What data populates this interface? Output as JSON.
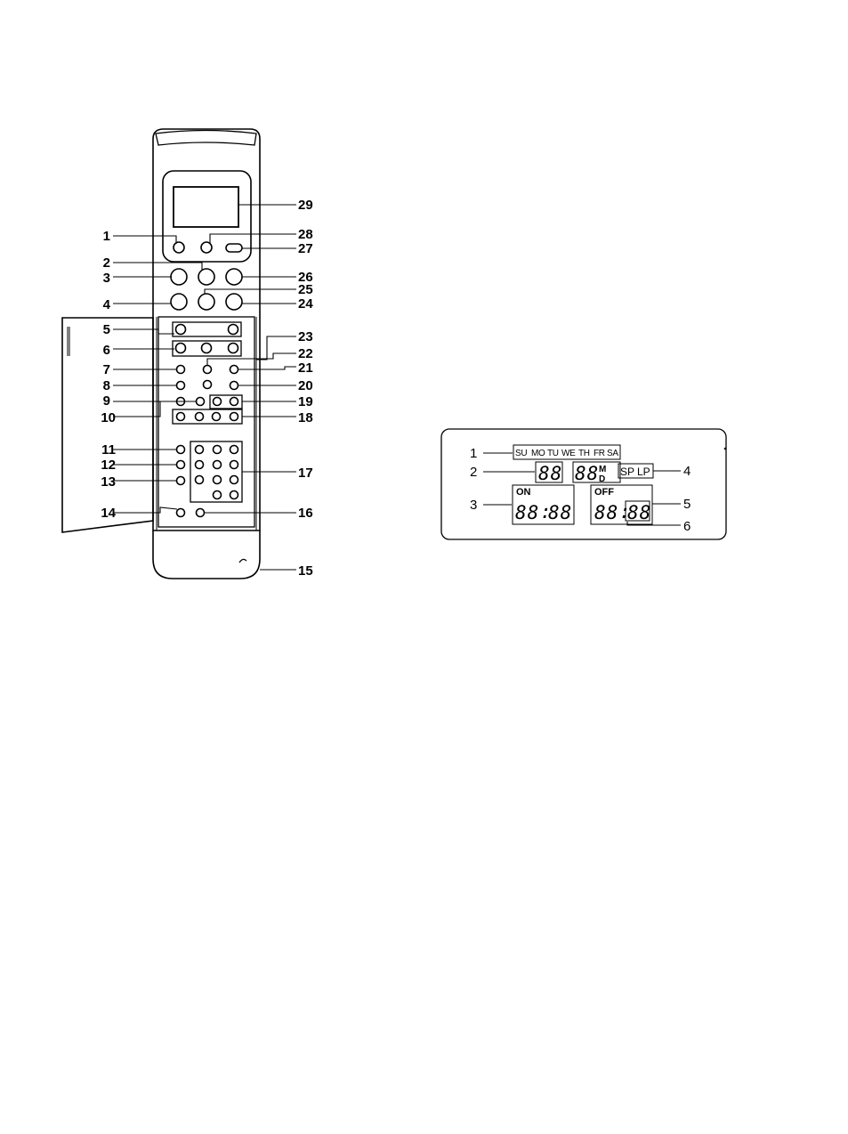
{
  "remote": {
    "labels_left": [
      "1",
      "2",
      "3",
      "4",
      "5",
      "6",
      "7",
      "8",
      "9",
      "10",
      "11",
      "12",
      "13",
      "14"
    ],
    "labels_right": [
      "29",
      "28",
      "27",
      "26",
      "25",
      "24",
      "23",
      "22",
      "21",
      "20",
      "19",
      "18",
      "17",
      "16",
      "15"
    ]
  },
  "display": {
    "callouts": [
      "1",
      "2",
      "3",
      "4",
      "5",
      "6"
    ],
    "days": [
      "SU",
      "MO",
      "TU",
      "WE",
      "TH",
      "FR",
      "SA"
    ],
    "date_digits": "88",
    "clock_digits": "88",
    "clock_flags": [
      "M",
      "D"
    ],
    "modes": [
      "SP",
      "LP"
    ],
    "on_label": "ON",
    "off_label": "OFF",
    "on_hours": "88",
    "on_minutes": "88",
    "off_hours": "88",
    "off_minutes": "88",
    "time_separator": ":"
  }
}
